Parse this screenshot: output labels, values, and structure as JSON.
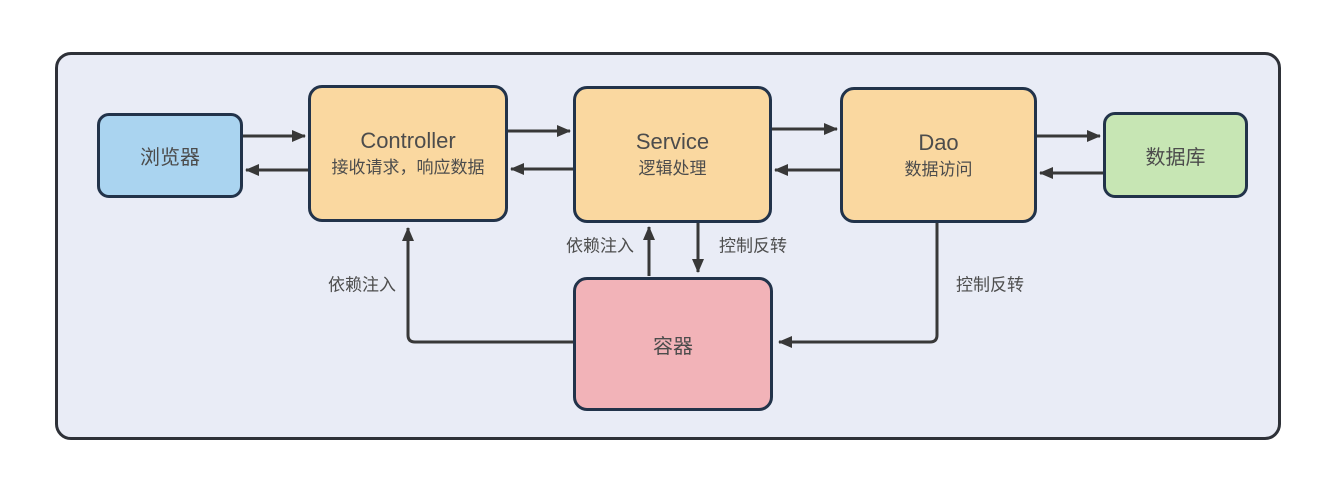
{
  "diagram": {
    "type": "architecture-flow",
    "nodes": {
      "browser": {
        "label": "浏览器"
      },
      "controller": {
        "title": "Controller",
        "subtitle": "接收请求，响应数据"
      },
      "service": {
        "title": "Service",
        "subtitle": "逻辑处理"
      },
      "dao": {
        "title": "Dao",
        "subtitle": "数据访问"
      },
      "database": {
        "label": "数据库"
      },
      "container": {
        "label": "容器"
      }
    },
    "edge_labels": {
      "di_controller": "依赖注入",
      "di_service": "依赖注入",
      "ioc_service": "控制反转",
      "ioc_dao": "控制反转"
    },
    "edges": [
      {
        "from": "browser",
        "to": "controller",
        "direction": "right"
      },
      {
        "from": "controller",
        "to": "browser",
        "direction": "left"
      },
      {
        "from": "controller",
        "to": "service",
        "direction": "right"
      },
      {
        "from": "service",
        "to": "controller",
        "direction": "left"
      },
      {
        "from": "service",
        "to": "dao",
        "direction": "right"
      },
      {
        "from": "dao",
        "to": "service",
        "direction": "left"
      },
      {
        "from": "dao",
        "to": "database",
        "direction": "right"
      },
      {
        "from": "database",
        "to": "dao",
        "direction": "left"
      },
      {
        "from": "container",
        "to": "controller",
        "label": "依赖注入"
      },
      {
        "from": "container",
        "to": "service",
        "label": "依赖注入"
      },
      {
        "from": "service",
        "to": "container",
        "label": "控制反转"
      },
      {
        "from": "dao",
        "to": "container",
        "label": "控制反转"
      }
    ],
    "colors": {
      "panel_fill": "#e9ecf6",
      "panel_border": "#2e3138",
      "node_border": "#22334a",
      "browser_fill": "#aad4f0",
      "process_fill": "#fad8a0",
      "database_fill": "#c7e6b4",
      "container_fill": "#f2b3b8",
      "arrow": "#383838",
      "text": "#4c4c4c"
    }
  }
}
